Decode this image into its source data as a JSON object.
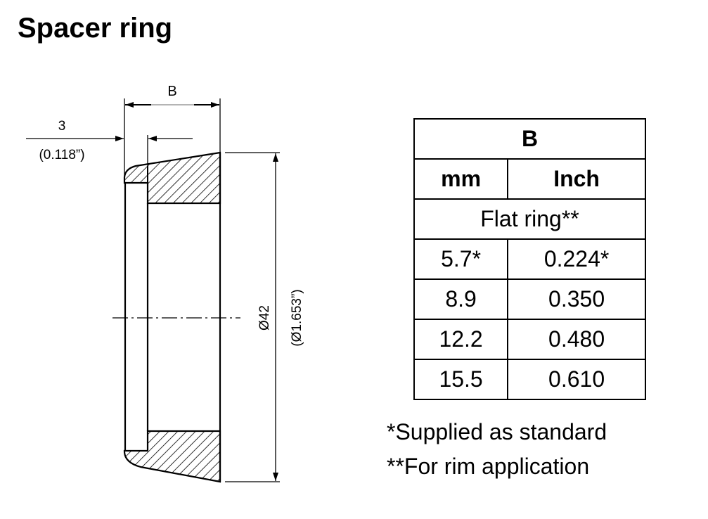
{
  "title": "Spacer ring",
  "drawing": {
    "dim_b": "B",
    "dim_lip_mm": "3",
    "dim_lip_inch": "(0.118”)",
    "dim_dia_mm": "Ø42",
    "dim_dia_inch": "(Ø1.653”)"
  },
  "table": {
    "header": "B",
    "columns": [
      "mm",
      "Inch"
    ],
    "section": "Flat ring**",
    "rows": [
      [
        "5.7*",
        "0.224*"
      ],
      [
        "8.9",
        "0.350"
      ],
      [
        "12.2",
        "0.480"
      ],
      [
        "15.5",
        "0.610"
      ]
    ]
  },
  "notes": [
    "*Supplied as standard",
    "**For rim application"
  ]
}
